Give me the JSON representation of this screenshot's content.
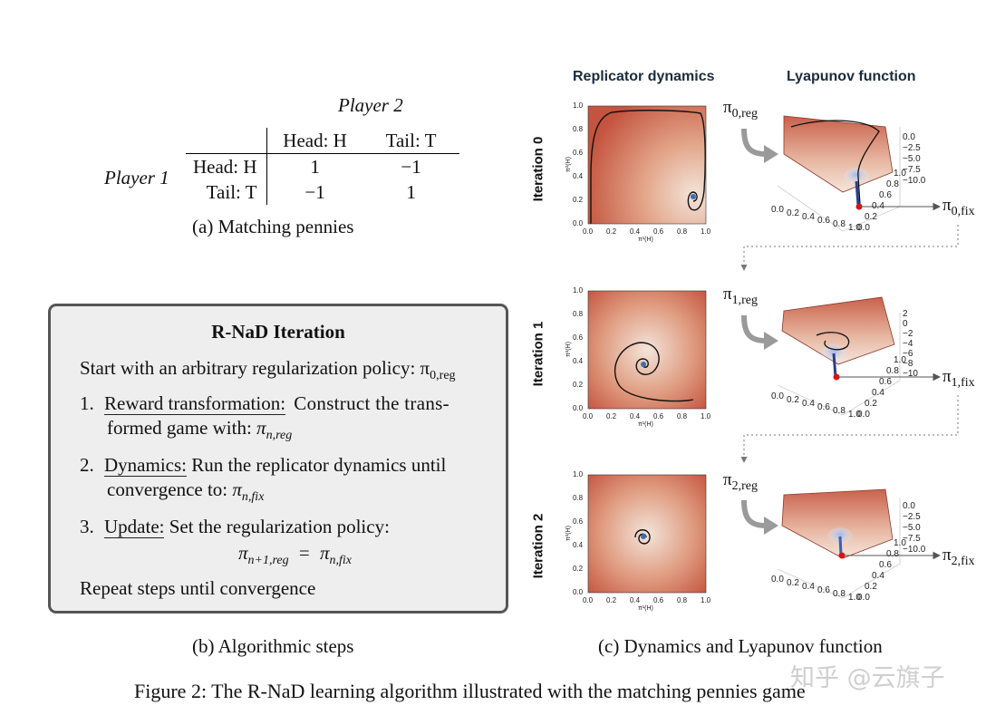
{
  "matching_pennies": {
    "player2_label": "Player 2",
    "player1_label": "Player 1",
    "col_headers": [
      "Head: H",
      "Tail: T"
    ],
    "row_headers": [
      "Head: H",
      "Tail: T"
    ],
    "cells": [
      [
        "1",
        "−1"
      ],
      [
        "−1",
        "1"
      ]
    ],
    "caption": "(a) Matching pennies"
  },
  "algorithm_box": {
    "title": "R-NaD Iteration",
    "start_text": "Start with an arbitrary regularization policy:",
    "start_symbol": "π",
    "start_sub": "0,reg",
    "step1_num": "1.",
    "step1_name": "Reward transformation:",
    "step1_text_a": "Construct the trans-",
    "step1_text_b": "formed game with:",
    "step1_symbol": "π",
    "step1_sub": "n,reg",
    "step2_num": "2.",
    "step2_name": "Dynamics:",
    "step2_text_a": "Run the replicator dynamics until",
    "step2_text_b": "convergence to:",
    "step2_symbol": "π",
    "step2_sub": "n,fix",
    "step3_num": "3.",
    "step3_name": "Update:",
    "step3_text": "Set the regularization policy:",
    "step3_lhs": "π",
    "step3_lhs_sub": "n+1,reg",
    "step3_eq": "=",
    "step3_rhs": "π",
    "step3_rhs_sub": "n,fix",
    "repeat_text": "Repeat steps until convergence",
    "caption": "(b) Algorithmic steps"
  },
  "dynamics": {
    "col_title_left": "Replicator dynamics",
    "col_title_right": "Lyapunov function",
    "rows": [
      {
        "label": "Iteration 0",
        "reg_symbol": "π",
        "reg_sub": "0,reg",
        "fix_symbol": "π",
        "fix_sub": "0,fix",
        "z_ticks": [
          "0.0",
          "−2.5",
          "−5.0",
          "−7.5",
          "−10.0"
        ]
      },
      {
        "label": "Iteration 1",
        "reg_symbol": "π",
        "reg_sub": "1,reg",
        "fix_symbol": "π",
        "fix_sub": "1,fix",
        "z_ticks": [
          "2",
          "0",
          "−2",
          "−4",
          "−6",
          "−8",
          "−10"
        ]
      },
      {
        "label": "Iteration 2",
        "reg_symbol": "π",
        "reg_sub": "2,reg",
        "fix_symbol": "π",
        "fix_sub": "2,fix",
        "z_ticks": [
          "0.0",
          "−2.5",
          "−5.0",
          "−7.5",
          "−10.0"
        ]
      }
    ],
    "plot_ticks": [
      "0.0",
      "0.2",
      "0.4",
      "0.6",
      "0.8",
      "1.0"
    ],
    "x_axis_label": "π¹(H)",
    "y_axis_label": "π²(H)",
    "caption": "(c) Dynamics and Lyapunov function"
  },
  "figure_caption": "Figure 2: The R-NaD learning algorithm illustrated with the matching pennies game",
  "watermark": "知乎 @云旗子",
  "colors": {
    "heat_edge": "#c8563f",
    "heat_center": "#f1dccf",
    "spiral_center": "#3a6fb5",
    "arrow_gray": "#9a9a9a",
    "fix_point": "#e01010"
  }
}
